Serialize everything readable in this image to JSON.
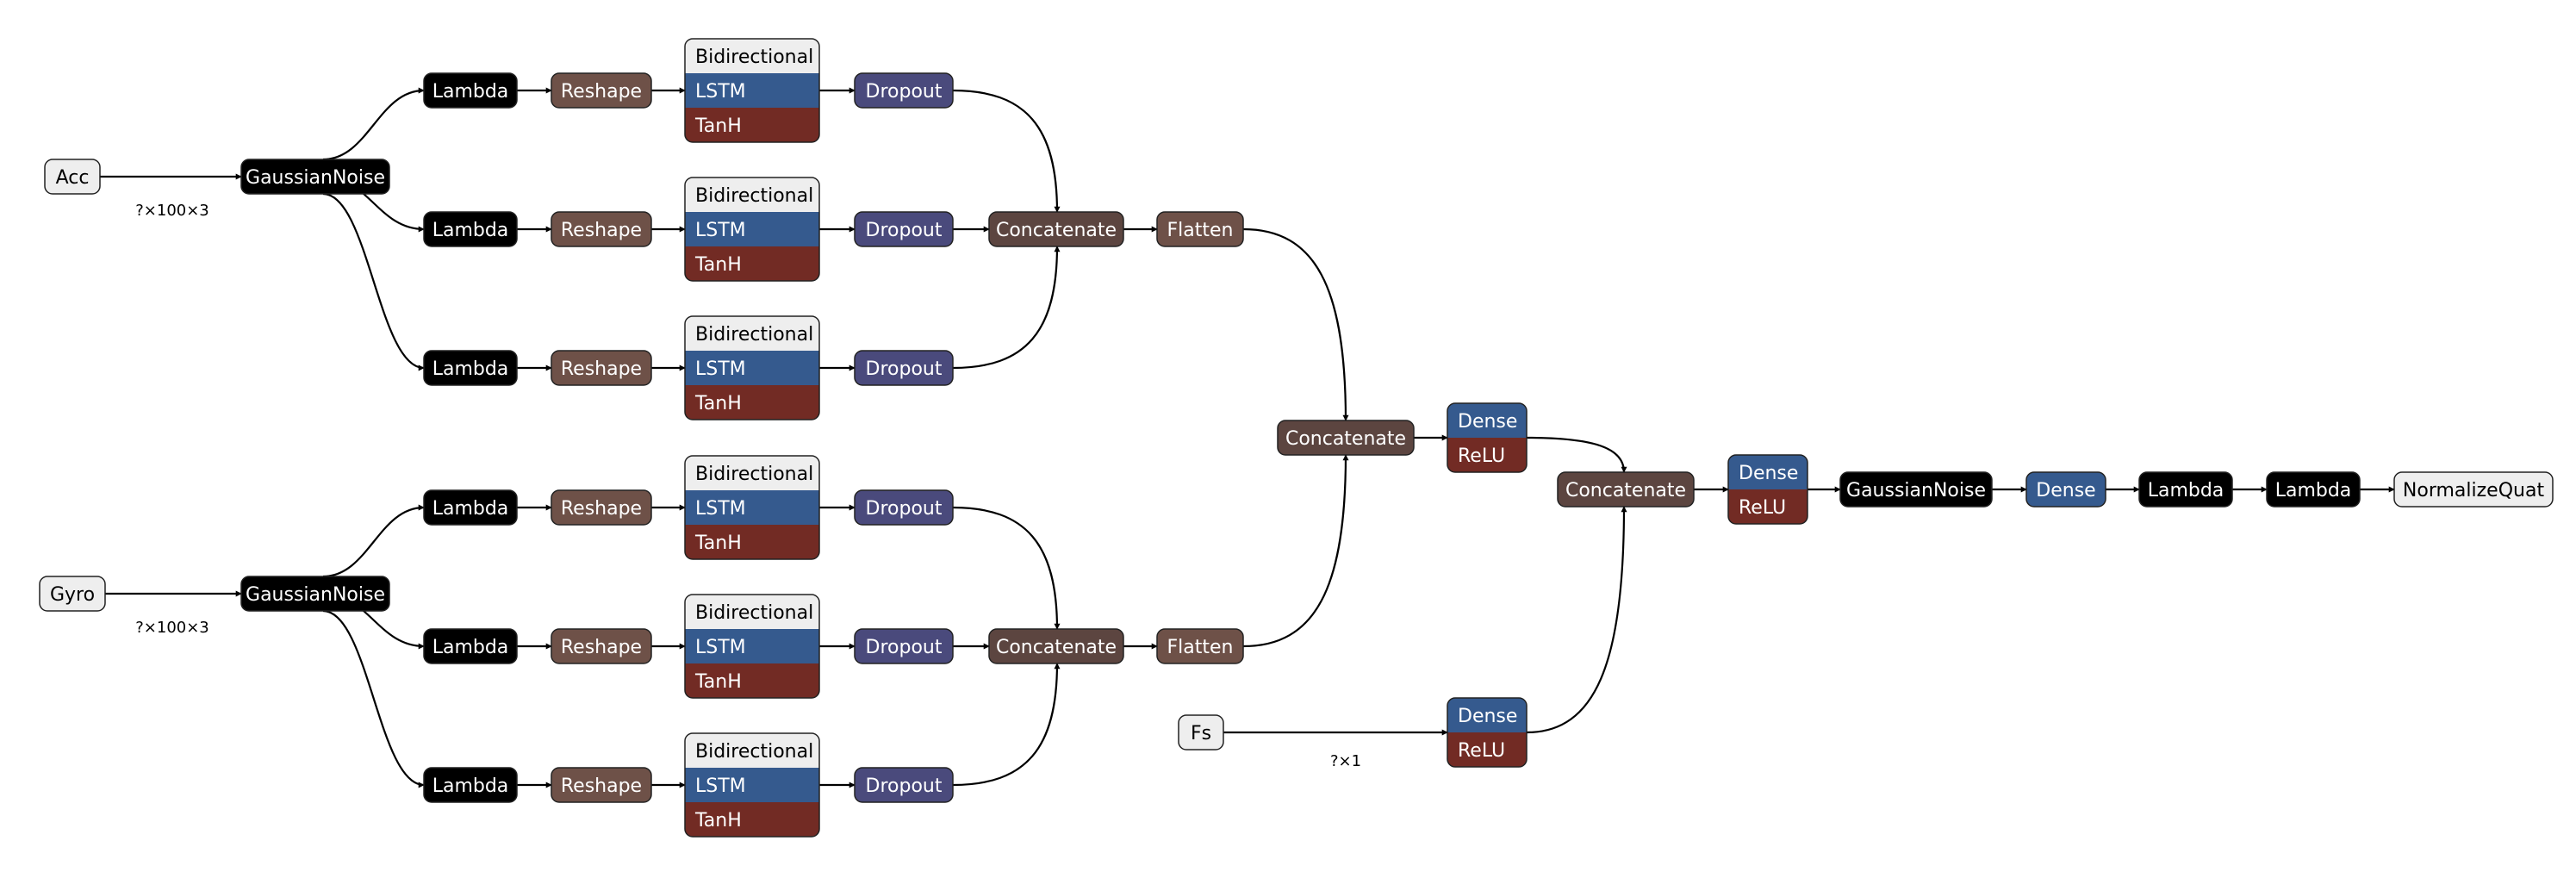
{
  "palette": {
    "input": "#eeeeee",
    "noise": "#000000",
    "lambda": "#000000",
    "reshape": "#6e5148",
    "bidirectional": "#eeeeee",
    "lstm": "#355a8e",
    "tanh": "#722b24",
    "dropout": "#4a4a7c",
    "concatenate": "#5c4540",
    "flatten": "#6e5148",
    "dense": "#355a8e",
    "relu": "#722b24",
    "normalize": "#eeeeee"
  },
  "inputs": {
    "acc": {
      "label": "Acc",
      "shape": "?×100×3"
    },
    "gyro": {
      "label": "Gyro",
      "shape": "?×100×3"
    },
    "fs": {
      "label": "Fs",
      "shape": "?×1"
    }
  },
  "branches": [
    {
      "noise": "GaussianNoise",
      "rows": [
        {
          "lambda": "Lambda",
          "reshape": "Reshape",
          "bidirectional": "Bidirectional",
          "lstm": "LSTM",
          "activation": "TanH",
          "dropout": "Dropout"
        },
        {
          "lambda": "Lambda",
          "reshape": "Reshape",
          "bidirectional": "Bidirectional",
          "lstm": "LSTM",
          "activation": "TanH",
          "dropout": "Dropout"
        },
        {
          "lambda": "Lambda",
          "reshape": "Reshape",
          "bidirectional": "Bidirectional",
          "lstm": "LSTM",
          "activation": "TanH",
          "dropout": "Dropout"
        }
      ],
      "concatenate": "Concatenate",
      "flatten": "Flatten"
    },
    {
      "noise": "GaussianNoise",
      "rows": [
        {
          "lambda": "Lambda",
          "reshape": "Reshape",
          "bidirectional": "Bidirectional",
          "lstm": "LSTM",
          "activation": "TanH",
          "dropout": "Dropout"
        },
        {
          "lambda": "Lambda",
          "reshape": "Reshape",
          "bidirectional": "Bidirectional",
          "lstm": "LSTM",
          "activation": "TanH",
          "dropout": "Dropout"
        },
        {
          "lambda": "Lambda",
          "reshape": "Reshape",
          "bidirectional": "Bidirectional",
          "lstm": "LSTM",
          "activation": "TanH",
          "dropout": "Dropout"
        }
      ],
      "concatenate": "Concatenate",
      "flatten": "Flatten"
    }
  ],
  "merge": {
    "concatenate": "Concatenate",
    "dense": "Dense",
    "relu": "ReLU"
  },
  "fs_path": {
    "dense": "Dense",
    "relu": "ReLU"
  },
  "head": {
    "concatenate": "Concatenate",
    "dense": "Dense",
    "relu": "ReLU",
    "noise": "GaussianNoise",
    "dense2": "Dense",
    "lambda1": "Lambda",
    "lambda2": "Lambda",
    "output": "NormalizeQuat"
  }
}
